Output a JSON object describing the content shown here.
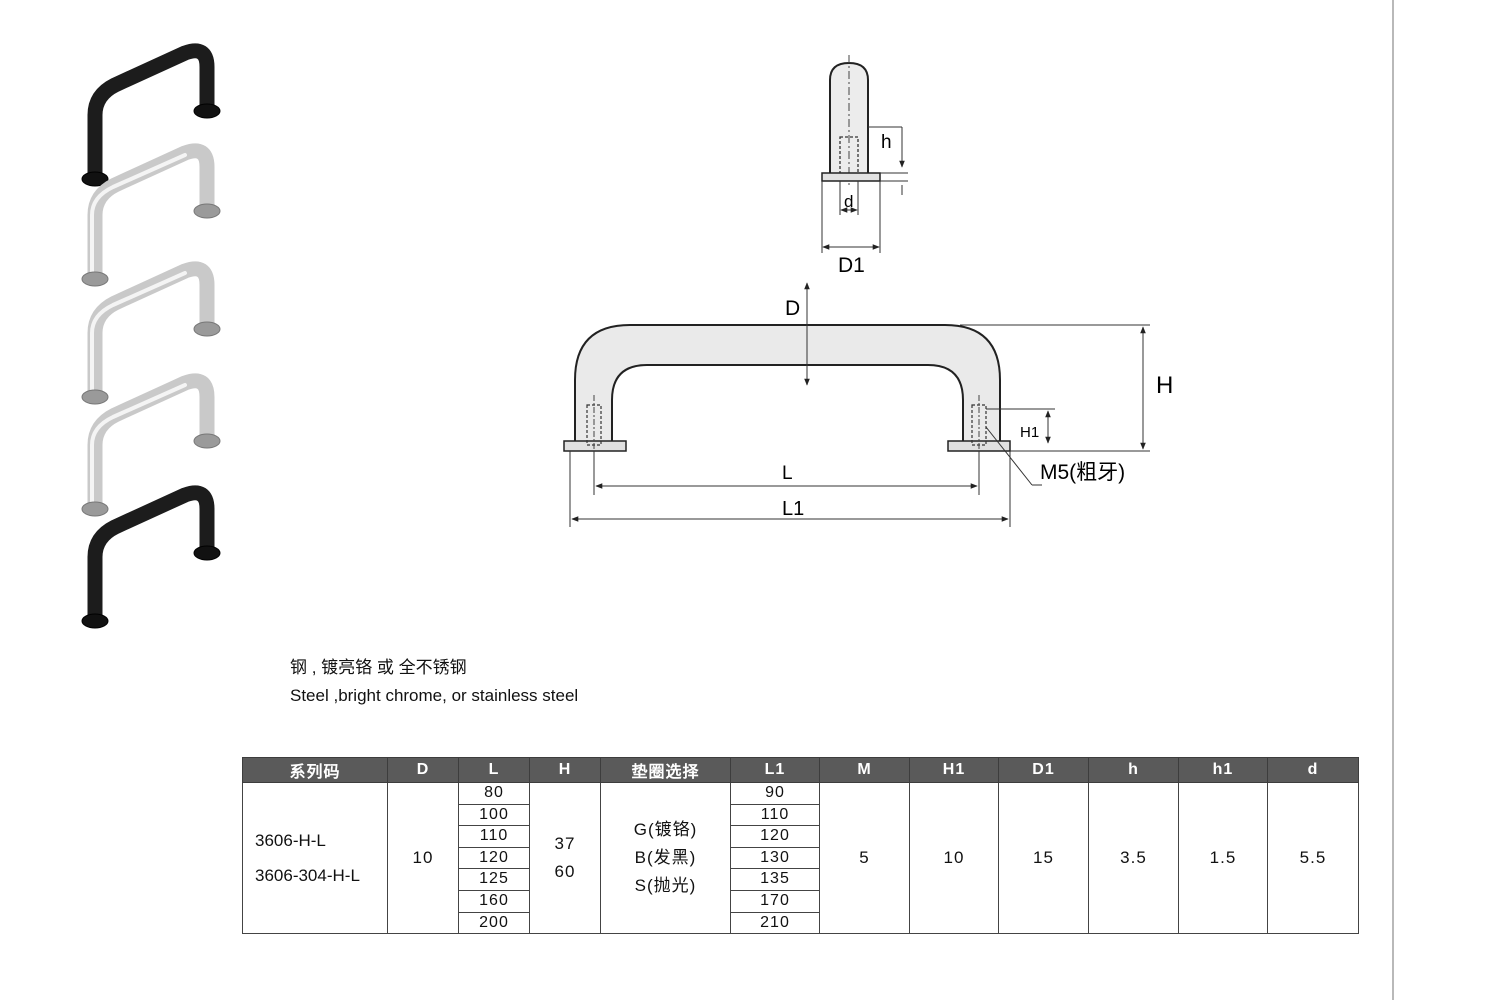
{
  "material": {
    "cn": "钢 , 镀亮铬 或 全不锈钢",
    "en": "Steel ,bright chrome, or stainless steel"
  },
  "diagram_labels": {
    "h": "h",
    "d": "d",
    "D1": "D1",
    "D": "D",
    "H": "H",
    "H1": "H1",
    "L": "L",
    "L1": "L1",
    "thread": "M5(粗牙)"
  },
  "photos": [
    {
      "finish": "black",
      "color": "#1c1c1c"
    },
    {
      "finish": "chrome",
      "color": "#c9c9c9"
    },
    {
      "finish": "chrome",
      "color": "#c9c9c9"
    },
    {
      "finish": "chrome",
      "color": "#c9c9c9"
    },
    {
      "finish": "black",
      "color": "#1c1c1c"
    }
  ],
  "table": {
    "headers": [
      "系列码",
      "D",
      "L",
      "H",
      "垫圈选择",
      "L1",
      "M",
      "H1",
      "D1",
      "h",
      "h1",
      "d"
    ],
    "series": [
      "3606-H-L",
      "3606-304-H-L"
    ],
    "D": "10",
    "L": [
      "80",
      "100",
      "110",
      "120",
      "125",
      "160",
      "200"
    ],
    "H": [
      "37",
      "60"
    ],
    "washer": [
      "G(镀铬)",
      "B(发黑)",
      "S(抛光)"
    ],
    "L1": [
      "90",
      "110",
      "120",
      "130",
      "135",
      "170",
      "210"
    ],
    "M": "5",
    "H1": "10",
    "D1": "15",
    "h": "3.5",
    "h1": "1.5",
    "d": "5.5"
  }
}
